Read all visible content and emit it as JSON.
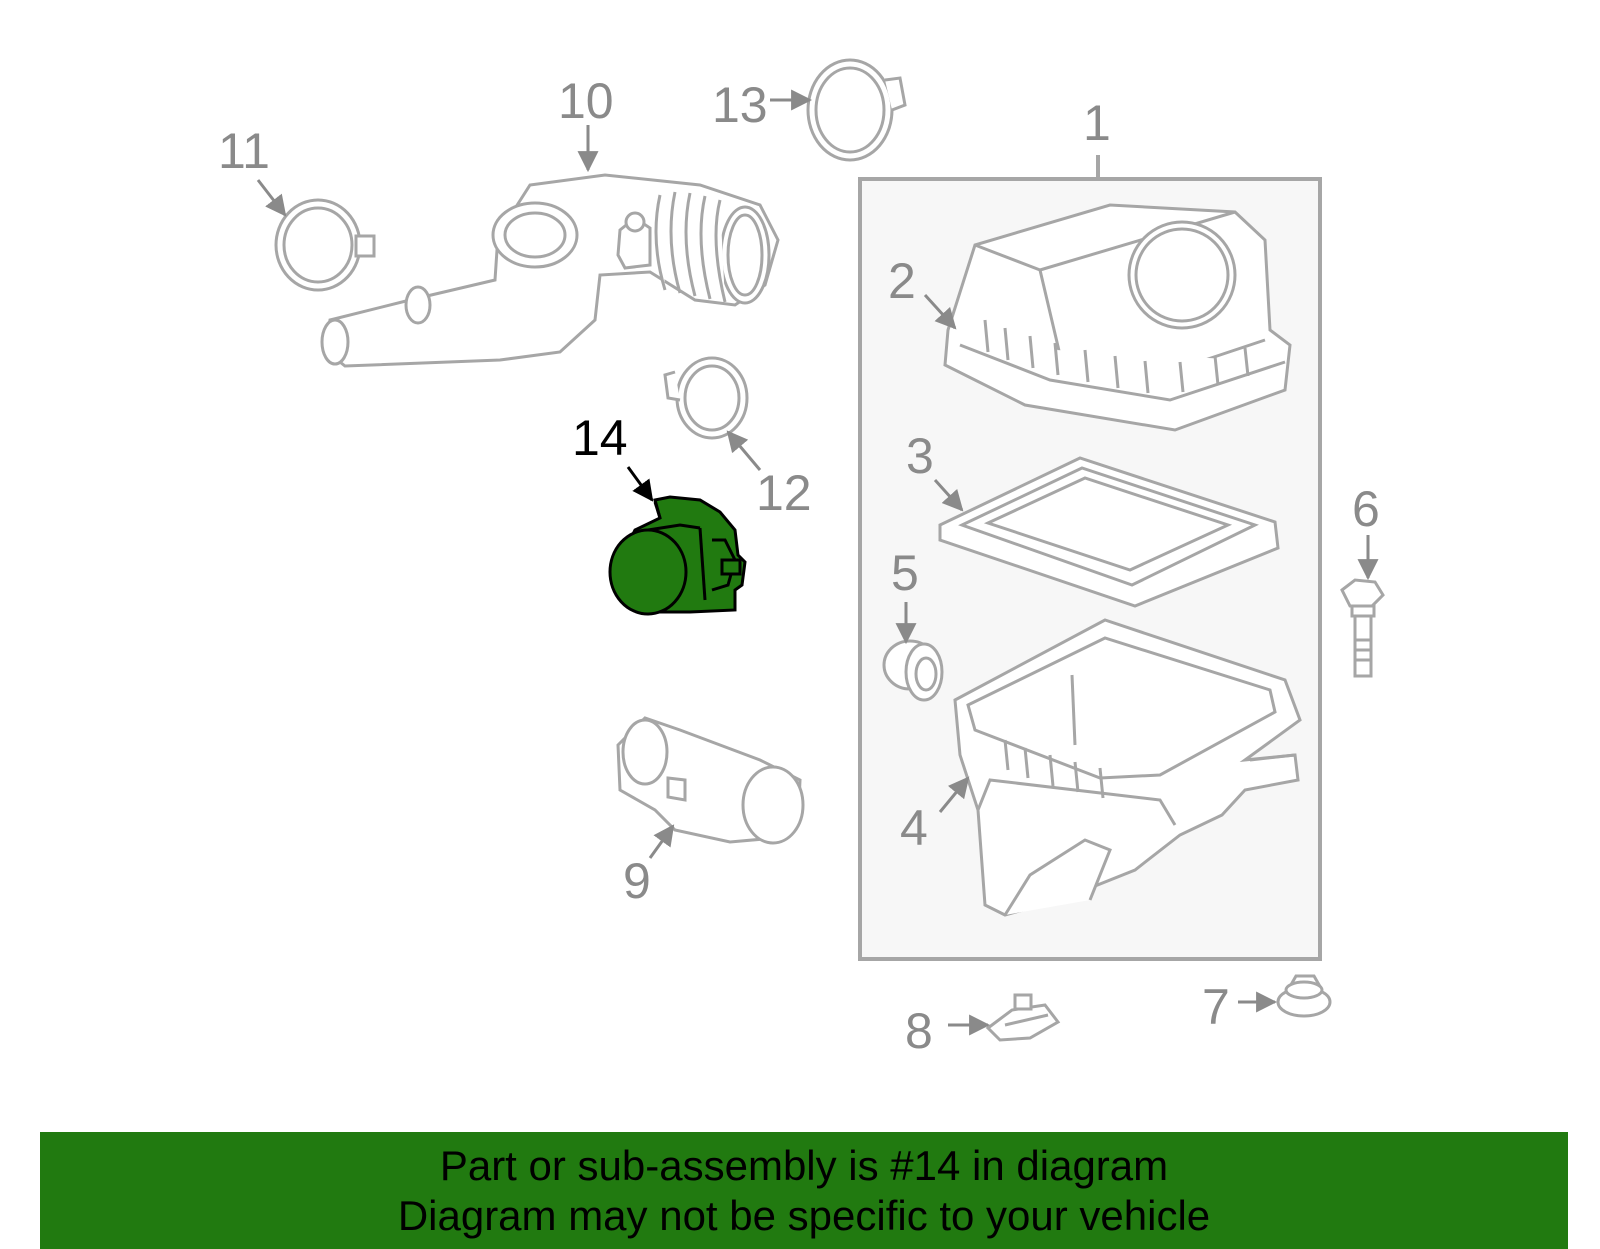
{
  "colors": {
    "part_line": "#a6a6a6",
    "part_fill": "#ffffff",
    "highlight_fill": "#217a10",
    "highlight_line": "#000000",
    "callout_text": "#8a8a8a",
    "highlight_text": "#000000",
    "box_fill": "#f7f7f7",
    "banner_bg": "#217a10",
    "banner_text": "#000000"
  },
  "callouts": {
    "c1": "1",
    "c2": "2",
    "c3": "3",
    "c4": "4",
    "c5": "5",
    "c6": "6",
    "c7": "7",
    "c8": "8",
    "c9": "9",
    "c10": "10",
    "c11": "11",
    "c12": "12",
    "c13": "13",
    "c14": "14"
  },
  "highlighted_part": "14",
  "banner": {
    "line1": "Part or sub-assembly is #14 in diagram",
    "line2": "Diagram may not be specific to your vehicle"
  }
}
